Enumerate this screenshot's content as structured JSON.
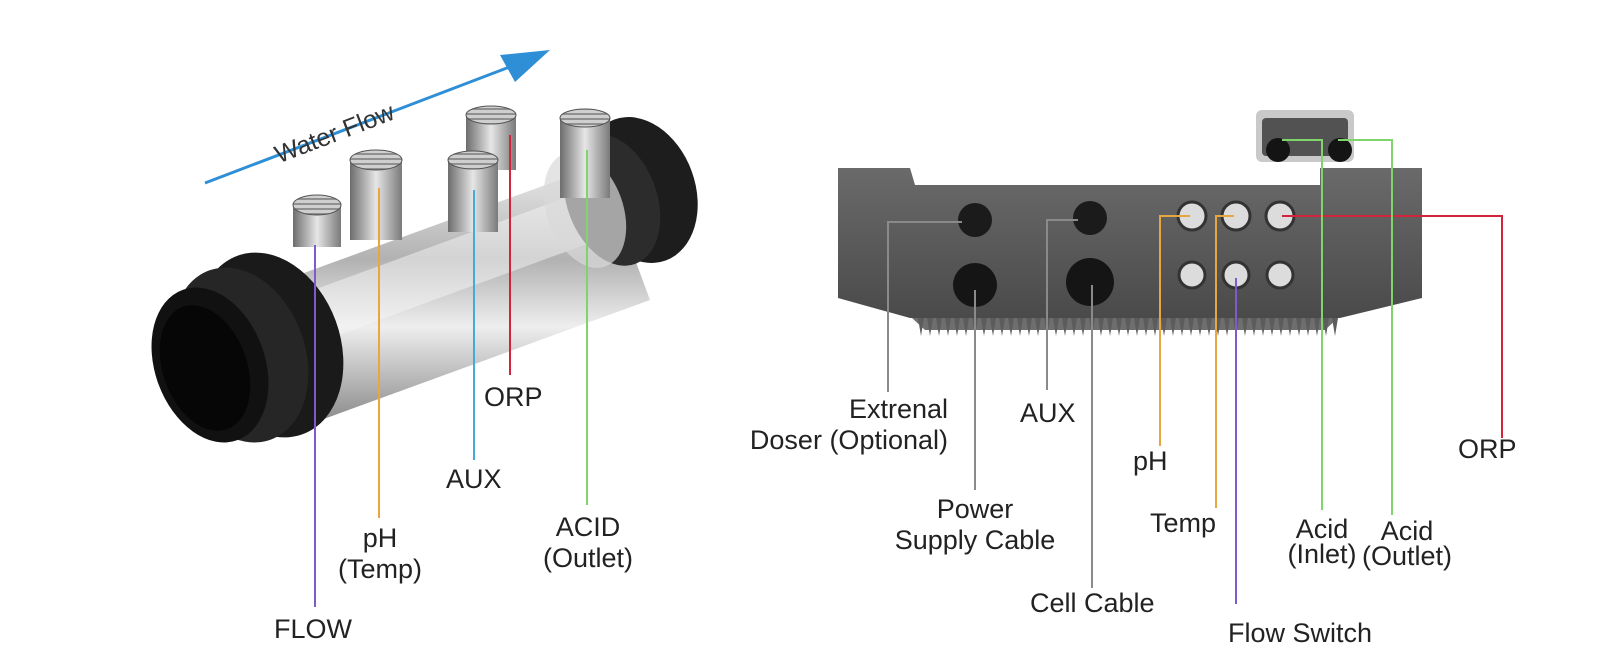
{
  "cell": {
    "flow_text": "Water Flow",
    "labels": {
      "flow": "FLOW",
      "ph_line1": "pH",
      "ph_line2": "(Temp)",
      "aux": "AUX",
      "orp": "ORP",
      "acid_line1": "ACID",
      "acid_line2": "(Outlet)"
    }
  },
  "controller": {
    "labels": {
      "doser_line1": "Extrenal",
      "doser_line2": "Doser (Optional)",
      "power_line1": "Power",
      "power_line2": "Supply Cable",
      "aux": "AUX",
      "cell_cable": "Cell Cable",
      "ph": "pH",
      "temp": "Temp",
      "acid_inlet_line1": "Acid",
      "acid_inlet_line2": "(Inlet)",
      "acid_outlet_line1": "Acid",
      "acid_outlet_line2": "(Outlet)",
      "orp": "ORP",
      "flow_switch": "Flow Switch"
    }
  },
  "colors": {
    "flow": "#7b5cc9",
    "ph": "#e9a640",
    "aux": "#46a9d6",
    "orp": "#d4233a",
    "acid": "#7fd46b",
    "gray": "#8a8a8a",
    "arrow": "#2f8fd6"
  }
}
